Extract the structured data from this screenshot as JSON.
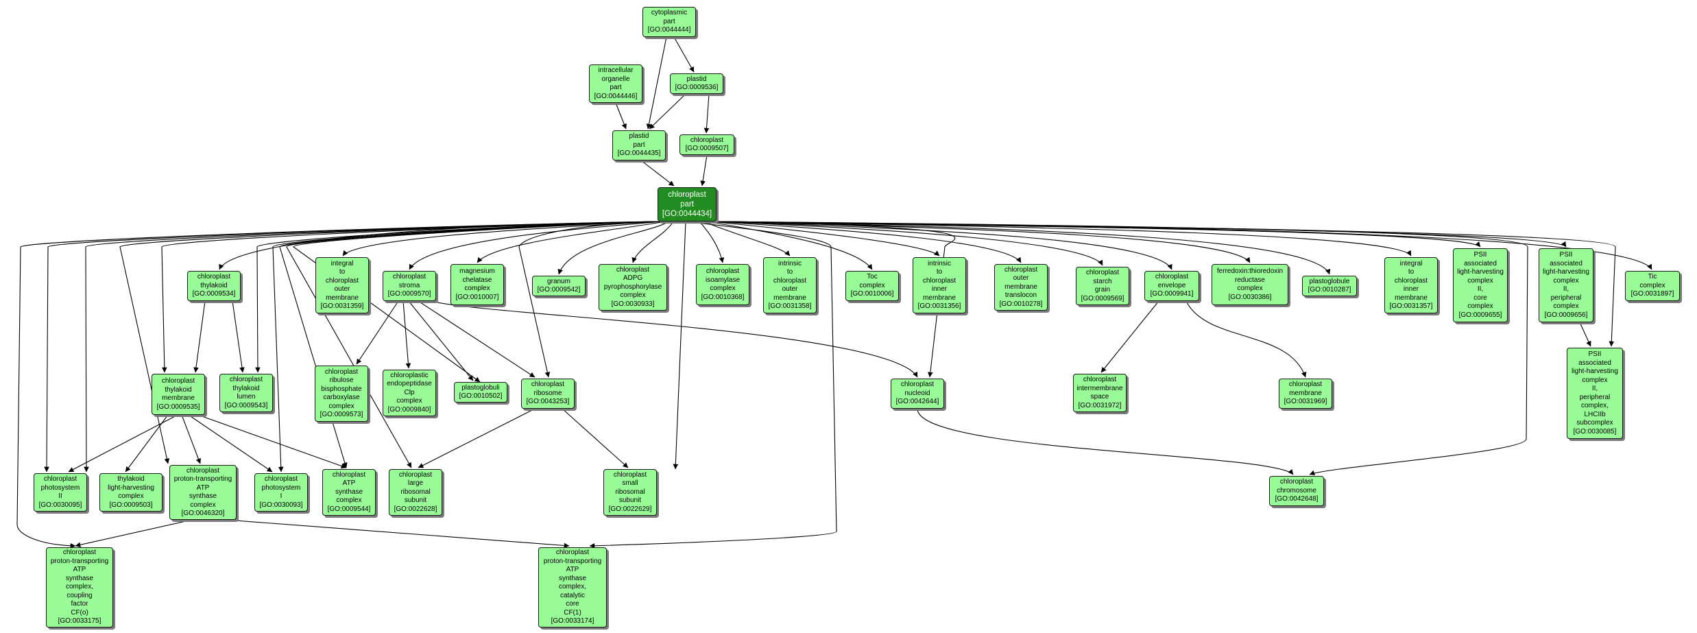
{
  "colors": {
    "node_fill": "#98fb98",
    "focus_fill": "#228b22",
    "edge": "#000000"
  },
  "nodes": {
    "cyto": [
      "cytoplasmic",
      "part",
      "[GO:0044444]"
    ],
    "intra": [
      "intracellular",
      "organelle",
      "part",
      "[GO:0044446]"
    ],
    "plastid": [
      "plastid",
      "[GO:0009536]"
    ],
    "plastidpart": [
      "plastid",
      "part",
      "[GO:0044435]"
    ],
    "chloroplast": [
      "chloroplast",
      "[GO:0009507]"
    ],
    "focus": [
      "chloroplast",
      "part",
      "[GO:0044434]"
    ],
    "thylakoid": [
      "chloroplast",
      "thylakoid",
      "[GO:0009534]"
    ],
    "integral_outer": [
      "integral",
      "to",
      "chloroplast",
      "outer",
      "membrane",
      "[GO:0031359]"
    ],
    "stroma": [
      "chloroplast",
      "stroma",
      "[GO:0009570]"
    ],
    "mgchel": [
      "magnesium",
      "chelatase",
      "complex",
      "[GO:0010007]"
    ],
    "granum": [
      "granum",
      "[GO:0009542]"
    ],
    "adpg": [
      "chloroplast",
      "ADPG",
      "pyrophosphorylase",
      "complex",
      "[GO:0030933]"
    ],
    "isoamylase": [
      "chloroplast",
      "isoamylase",
      "complex",
      "[GO:0010368]"
    ],
    "intrinsic_outer": [
      "intrinsic",
      "to",
      "chloroplast",
      "outer",
      "membrane",
      "[GO:0031358]"
    ],
    "toc": [
      "Toc",
      "complex",
      "[GO:0010006]"
    ],
    "intrinsic_inner": [
      "intrinsic",
      "to",
      "chloroplast",
      "inner",
      "membrane",
      "[GO:0031356]"
    ],
    "outer_transl": [
      "chloroplast",
      "outer",
      "membrane",
      "translocon",
      "[GO:0010278]"
    ],
    "starch": [
      "chloroplast",
      "starch",
      "grain",
      "[GO:0009569]"
    ],
    "envelope": [
      "chloroplast",
      "envelope",
      "[GO:0009941]"
    ],
    "ferredoxin": [
      "ferredoxin:thioredoxin",
      "reductase",
      "complex",
      "[GO:0030386]"
    ],
    "plastoglobule": [
      "plastoglobule",
      "[GO:0010287]"
    ],
    "integral_inner": [
      "integral",
      "to",
      "chloroplast",
      "inner",
      "membrane",
      "[GO:0031357]"
    ],
    "psii_core": [
      "PSII",
      "associated",
      "light-harvesting",
      "complex",
      "II,",
      "core",
      "complex",
      "[GO:0009655]"
    ],
    "psii_periph": [
      "PSII",
      "associated",
      "light-harvesting",
      "complex",
      "II,",
      "peripheral",
      "complex",
      "[GO:0009656]"
    ],
    "tic": [
      "Tic",
      "complex",
      "[GO:0031897]"
    ],
    "thyl_membrane": [
      "chloroplast",
      "thylakoid",
      "membrane",
      "[GO:0009535]"
    ],
    "thyl_lumen": [
      "chloroplast",
      "thylakoid",
      "lumen",
      "[GO:0009543]"
    ],
    "rubisco": [
      "chloroplast",
      "ribulose",
      "bisphosphate",
      "carboxylase",
      "complex",
      "[GO:0009573]"
    ],
    "clp": [
      "chloroplastic",
      "endopeptidase",
      "Clp",
      "complex",
      "[GO:0009840]"
    ],
    "plastoglobuli": [
      "plastoglobuli",
      "[GO:0010502]"
    ],
    "ribosome": [
      "chloroplast",
      "ribosome",
      "[GO:0043253]"
    ],
    "nucleoid": [
      "chloroplast",
      "nucleoid",
      "[GO:0042644]"
    ],
    "intermem": [
      "chloroplast",
      "intermembrane",
      "space",
      "[GO:0031972]"
    ],
    "cp_membrane": [
      "chloroplast",
      "membrane",
      "[GO:0031969]"
    ],
    "lhciib": [
      "PSII",
      "associated",
      "light-harvesting",
      "complex",
      "II,",
      "peripheral",
      "complex,",
      "LHCIIb",
      "subcomplex",
      "[GO:0030085]"
    ],
    "ps2": [
      "chloroplast",
      "photosystem",
      "II",
      "[GO:0030095]"
    ],
    "thyl_lh": [
      "thylakoid",
      "light-harvesting",
      "complex",
      "[GO:0009503]"
    ],
    "atp_complex": [
      "chloroplast",
      "proton-transporting",
      "ATP",
      "synthase",
      "complex",
      "[GO:0046320]"
    ],
    "ps1": [
      "chloroplast",
      "photosystem",
      "I",
      "[GO:0030093]"
    ],
    "cp_atp": [
      "chloroplast",
      "ATP",
      "synthase",
      "complex",
      "[GO:0009544]"
    ],
    "large_sub": [
      "chloroplast",
      "large",
      "ribosomal",
      "subunit",
      "[GO:0022628]"
    ],
    "small_sub": [
      "chloroplast",
      "small",
      "ribosomal",
      "subunit",
      "[GO:0022629]"
    ],
    "chromosome": [
      "chloroplast",
      "chromosome",
      "[GO:0042648]"
    ],
    "cfo": [
      "chloroplast",
      "proton-transporting",
      "ATP",
      "synthase",
      "complex,",
      "coupling",
      "factor",
      "CF(o)",
      "[GO:0033175]"
    ],
    "cf1": [
      "chloroplast",
      "proton-transporting",
      "ATP",
      "synthase",
      "complex,",
      "catalytic",
      "core",
      "CF(1)",
      "[GO:0033174]"
    ]
  }
}
